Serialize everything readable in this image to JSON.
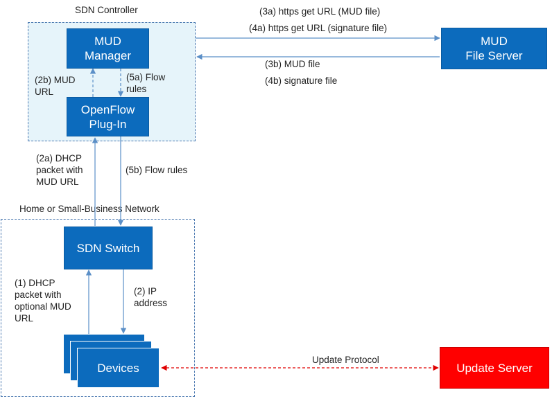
{
  "regions": {
    "controller_title": "SDN Controller",
    "network_title": "Home or Small-Business Network"
  },
  "boxes": {
    "mud_manager": "MUD\nManager",
    "openflow_plugin": "OpenFlow\nPlug-In",
    "mud_file_server": "MUD\nFile Server",
    "sdn_switch": "SDN Switch",
    "devices": "Devices",
    "update_server": "Update Server"
  },
  "edge_labels": {
    "https_get_mud": "(3a) https get URL (MUD file)",
    "https_get_sig": "(4a) https get URL (signature file)",
    "mud_file": "(3b) MUD file",
    "signature_file": "(4b) signature file",
    "mud_url_2b": "(2b) MUD\nURL",
    "flow_rules_5a": "(5a) Flow\nrules",
    "dhcp_2a": "(2a) DHCP\npacket with\nMUD URL",
    "flow_rules_5b": "(5b) Flow rules",
    "dhcp_1": "(1) DHCP\npacket with\noptional MUD\nURL",
    "ip_address_2": "(2) IP\naddress",
    "update_protocol": "Update Protocol"
  },
  "colors": {
    "box_blue": "#0c6bbd",
    "controller_fill": "#e6f4fa",
    "update_red": "#ff0000",
    "edge_blue": "#5b8fc7",
    "edge_red": "#e00000"
  }
}
